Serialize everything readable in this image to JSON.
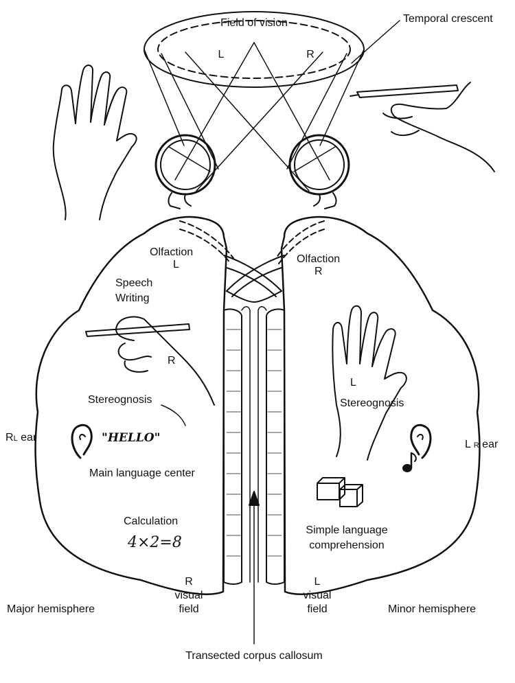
{
  "figure": {
    "labels": {
      "field_of_vision": "Field of vision",
      "temporal_crescent": "Temporal crescent",
      "field_left": "L",
      "field_right": "R",
      "olfaction_left": "Olfaction",
      "olfaction_left_side": "L",
      "olfaction_right": "Olfaction",
      "olfaction_right_side": "R",
      "speech": "Speech",
      "writing": "Writing",
      "left_hemi_hand": "R",
      "right_hemi_hand": "L",
      "stereognosis_left": "Stereognosis",
      "stereognosis_right": "Stereognosis",
      "left_ear": "R",
      "left_ear_sub": "L",
      "left_ear_word": "ear",
      "right_ear": "L",
      "right_ear_sub": "R",
      "right_ear_word": "ear",
      "hello": "\"HELLO\"",
      "main_language_center": "Main language center",
      "calculation": "Calculation",
      "calculation_example": "4×2=8",
      "simple_language_1": "Simple language",
      "simple_language_2": "comprehension",
      "r_visual_1": "R",
      "r_visual_2": "visual",
      "r_visual_3": "field",
      "l_visual_1": "L",
      "l_visual_2": "visual",
      "l_visual_3": "field",
      "major_hemisphere": "Major hemisphere",
      "minor_hemisphere": "Minor hemisphere",
      "corpus_callosum": "Transected corpus callosum"
    }
  }
}
